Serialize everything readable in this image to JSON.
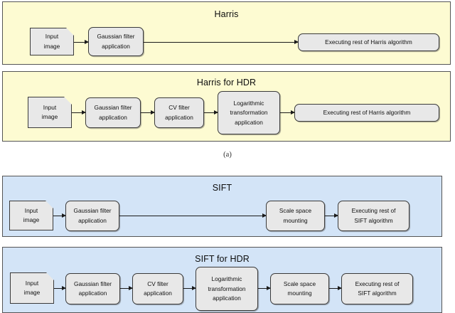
{
  "figure": {
    "sub_label_a": "(a)"
  },
  "panels": [
    {
      "id": "harris",
      "title": "Harris",
      "color": "#fdfbd2",
      "nodes": [
        {
          "name": "input-image",
          "shape": "document",
          "lines": [
            "Input",
            "image"
          ]
        },
        {
          "name": "gaussian-filter",
          "shape": "rounded",
          "lines": [
            "Gaussian filter",
            "application"
          ]
        },
        {
          "name": "executing-rest",
          "shape": "rounded",
          "lines": [
            "Executing rest of Harris algorithm"
          ]
        }
      ],
      "edges": [
        {
          "from": "input-image",
          "to": "gaussian-filter"
        },
        {
          "from": "gaussian-filter",
          "to": "executing-rest"
        }
      ]
    },
    {
      "id": "harris-for-hdr",
      "title": "Harris for HDR",
      "color": "#fdfbd2",
      "nodes": [
        {
          "name": "input-image",
          "shape": "document",
          "lines": [
            "Input",
            "image"
          ]
        },
        {
          "name": "gaussian-filter",
          "shape": "rounded",
          "lines": [
            "Gaussian filter",
            "application"
          ]
        },
        {
          "name": "cv-filter",
          "shape": "rounded",
          "lines": [
            "CV filter",
            "application"
          ]
        },
        {
          "name": "log-transform",
          "shape": "rounded",
          "lines": [
            "Logarithmic",
            "transformation",
            "application"
          ]
        },
        {
          "name": "executing-rest",
          "shape": "rounded",
          "lines": [
            "Executing rest of Harris algorithm"
          ]
        }
      ],
      "edges": [
        {
          "from": "input-image",
          "to": "gaussian-filter"
        },
        {
          "from": "gaussian-filter",
          "to": "cv-filter"
        },
        {
          "from": "cv-filter",
          "to": "log-transform"
        },
        {
          "from": "log-transform",
          "to": "executing-rest"
        }
      ]
    },
    {
      "id": "sift",
      "title": "SIFT",
      "color": "#d3e4f7",
      "nodes": [
        {
          "name": "input-image",
          "shape": "document",
          "lines": [
            "Input",
            "image"
          ]
        },
        {
          "name": "gaussian-filter",
          "shape": "rounded",
          "lines": [
            "Gaussian filter",
            "application"
          ]
        },
        {
          "name": "scale-space",
          "shape": "rounded",
          "lines": [
            "Scale space",
            "mounting"
          ]
        },
        {
          "name": "executing-rest",
          "shape": "rounded",
          "lines": [
            "Executing rest of",
            "SIFT algorithm"
          ]
        }
      ],
      "edges": [
        {
          "from": "input-image",
          "to": "gaussian-filter"
        },
        {
          "from": "gaussian-filter",
          "to": "scale-space"
        },
        {
          "from": "scale-space",
          "to": "executing-rest"
        }
      ]
    },
    {
      "id": "sift-for-hdr",
      "title": "SIFT for HDR",
      "color": "#d3e4f7",
      "nodes": [
        {
          "name": "input-image",
          "shape": "document",
          "lines": [
            "Input",
            "image"
          ]
        },
        {
          "name": "gaussian-filter",
          "shape": "rounded",
          "lines": [
            "Gaussian filter",
            "application"
          ]
        },
        {
          "name": "cv-filter",
          "shape": "rounded",
          "lines": [
            "CV filter",
            "application"
          ]
        },
        {
          "name": "log-transform",
          "shape": "rounded",
          "lines": [
            "Logarithmic",
            "transformation",
            "application"
          ]
        },
        {
          "name": "scale-space",
          "shape": "rounded",
          "lines": [
            "Scale space",
            "mounting"
          ]
        },
        {
          "name": "executing-rest",
          "shape": "rounded",
          "lines": [
            "Executing rest of",
            "SIFT algorithm"
          ]
        }
      ],
      "edges": [
        {
          "from": "input-image",
          "to": "gaussian-filter"
        },
        {
          "from": "gaussian-filter",
          "to": "cv-filter"
        },
        {
          "from": "cv-filter",
          "to": "log-transform"
        },
        {
          "from": "log-transform",
          "to": "scale-space"
        },
        {
          "from": "scale-space",
          "to": "executing-rest"
        }
      ]
    }
  ]
}
